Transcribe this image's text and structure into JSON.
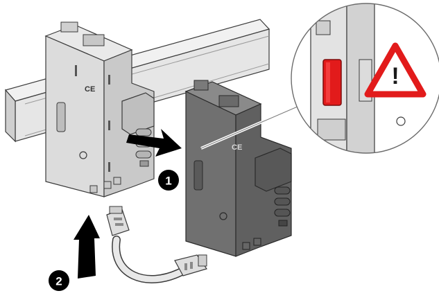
{
  "figure": {
    "steps": [
      {
        "number": "1",
        "meaning": "push-module-onto-rail"
      },
      {
        "number": "2",
        "meaning": "plug-cable-from-below"
      }
    ],
    "module_marking": "CE",
    "warning_symbol": "!",
    "colors": {
      "rail": "#e6e6e6",
      "module_light": "#dcdcdc",
      "module_dark": "#6f6f6f",
      "latch_highlight": "#e21b1b",
      "warning_border": "#e21b1b",
      "arrow": "#000000",
      "badge": "#000000"
    },
    "icons": [
      "din-rail",
      "module-front",
      "module-side",
      "cable-connector",
      "push-arrow",
      "warning-triangle",
      "zoom-lens"
    ]
  }
}
